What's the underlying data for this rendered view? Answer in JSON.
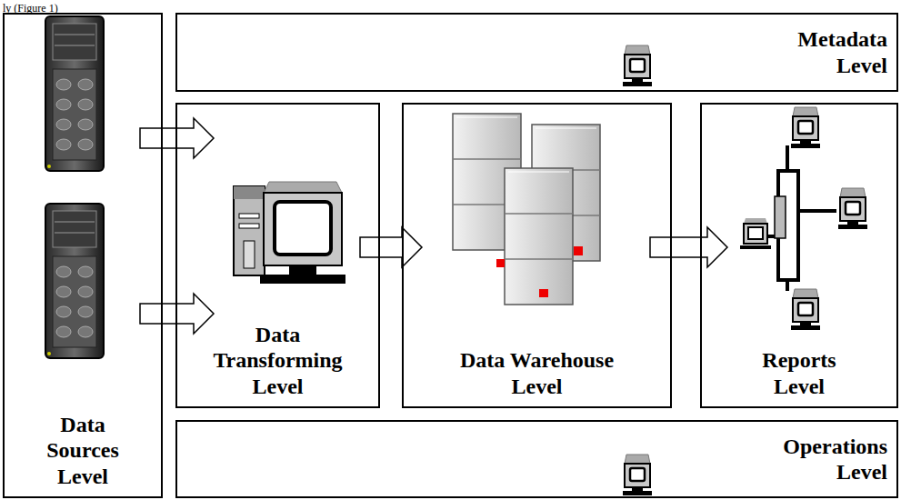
{
  "diagram": {
    "nodes": [
      {
        "text": [
          "Data Sources Level"
        ]
      },
      {
        "text": [
          "Metadata Level"
        ]
      },
      {
        "text": [
          "Data Transforming Level"
        ]
      },
      {
        "text": [
          "Data Warehouse Level"
        ]
      },
      {
        "text": [
          "Reports Level"
        ]
      },
      {
        "text": [
          "Operations Level"
        ]
      }
    ],
    "edges": [
      {
        "from": 0,
        "to": 2,
        "arrow": "to"
      },
      {
        "from": 0,
        "to": 2,
        "arrow": "to"
      },
      {
        "from": 2,
        "to": 3,
        "arrow": "to"
      },
      {
        "from": 3,
        "to": 4,
        "arrow": "to"
      }
    ],
    "labels": [
      "ly (Figure 1)"
    ]
  }
}
